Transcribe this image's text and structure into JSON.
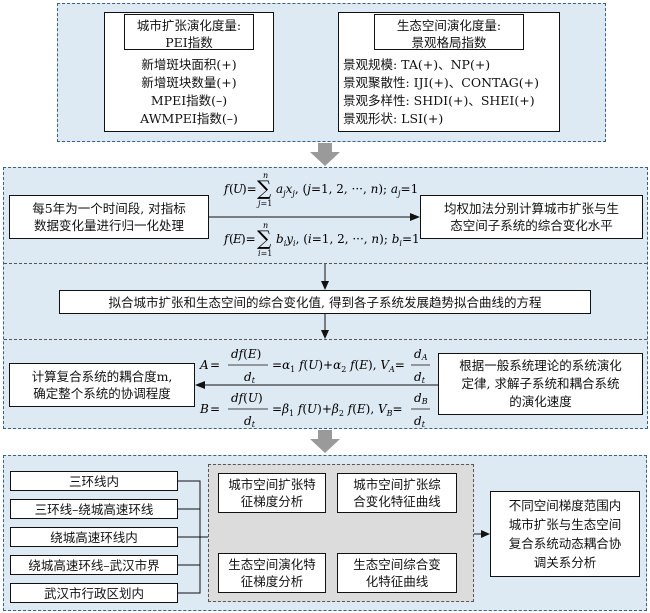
{
  "top": {
    "left_title": "城市扩张演化度量:",
    "left_sub": "PEI指数",
    "left_items": [
      "新增斑块面积(+)",
      "新增斑块数量(+)",
      "MPEI指数(–)",
      "AWMPEI指数(–)"
    ],
    "right_title": "生态空间演化度量:",
    "right_sub": "景观格局指数",
    "right_items": [
      "景观规模: TA(+)、NP(+)",
      "景观聚散性: IJI(+)、CONTAG(+)",
      "景观多样性: SHDI(+)、SHEI(+)",
      "景观形状: LSI(+)"
    ]
  },
  "middle": {
    "box_left": [
      "每5年为一个时间段, 对指标",
      "数据变化量进行归一化处理"
    ],
    "formula_fu": "f(U)=Σ a_j x_j, (j=1, 2, ···, n); a_j=1",
    "formula_fe": "f(E)=Σ b_i y_i, (i=1, 2, ···, n); b_i=1",
    "box_right": [
      "均权加法分别计算城市扩张与生",
      "态空间子系统的综合变化水平"
    ],
    "row2": "拟合城市扩张和生态空间的综合变化值, 得到各子系统发展趋势拟合曲线的方程",
    "box_bl": [
      "计算复合系统的耦合度m,",
      "确定整个系统的协调程度"
    ],
    "formula_a": "A=df(E)/dt=α1 f(U)+α2 f(E), VA=dA/dt",
    "formula_b": "B=df(U)/dt=β1 f(U)+β2 f(E), VB=dB/dt",
    "box_br": [
      "根据一般系统理论的系统演化",
      "定律, 求解子系统和耦合系统",
      "的演化速度"
    ]
  },
  "bottom": {
    "zones": [
      "三环线内",
      "三环线–绕城高速环线",
      "绕城高速环线内",
      "绕城高速环线–武汉市界",
      "武汉市行政区划内"
    ],
    "analysis": [
      [
        "城市空间扩张特",
        "征梯度分析"
      ],
      [
        "城市空间扩张综",
        "合变化特征曲线"
      ],
      [
        "生态空间演化特",
        "征梯度分析"
      ],
      [
        "生态空间综合变",
        "化特征曲线"
      ]
    ],
    "result": [
      "不同空间梯度范围内",
      "城市扩张与生态空间",
      "复合系统动态耦合协",
      "调关系分析"
    ]
  }
}
